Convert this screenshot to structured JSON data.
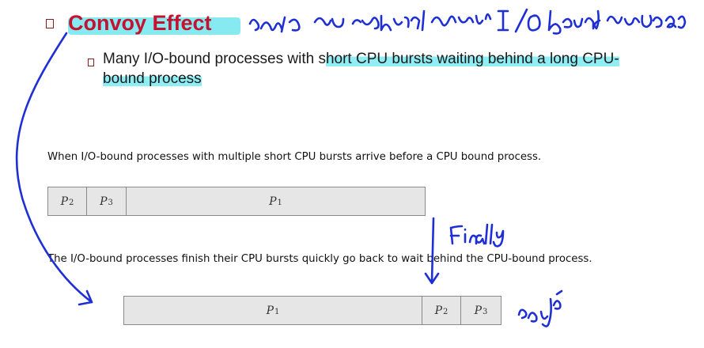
{
  "slide": {
    "title": "Convoy Effect",
    "bullet": {
      "pre": "Many I/O-bound processes with s",
      "highlighted": "hort CPU bursts waiting behind a long CPU-bound process"
    }
  },
  "figure": {
    "caption_top": "When I/O-bound processes with multiple short CPU bursts arrive before a CPU bound process.",
    "caption_bottom": "The I/O-bound processes finish their CPU bursts quickly go back to wait behind the CPU-bound process.",
    "chart_top": [
      {
        "name": "P",
        "sub": "2"
      },
      {
        "name": "P",
        "sub": "3"
      },
      {
        "name": "P",
        "sub": "1"
      }
    ],
    "chart_bottom": [
      {
        "name": "P",
        "sub": "1"
      },
      {
        "name": "P",
        "sub": "2"
      },
      {
        "name": "P",
        "sub": "3"
      }
    ]
  },
  "annotations": {
    "handwriting_title": "ข.อยู่ไร, จาก การ burst หลายครั้งทำให้ I/O bound ต้องไปรอเริ่มง",
    "handwriting_finally": "Finally",
    "handwriting_side": "อยู่ดี"
  },
  "colors": {
    "title": "#c41230",
    "highlight": "#72e6ee",
    "ink": "#1f2fd6",
    "bar": "#e6e6e6"
  }
}
